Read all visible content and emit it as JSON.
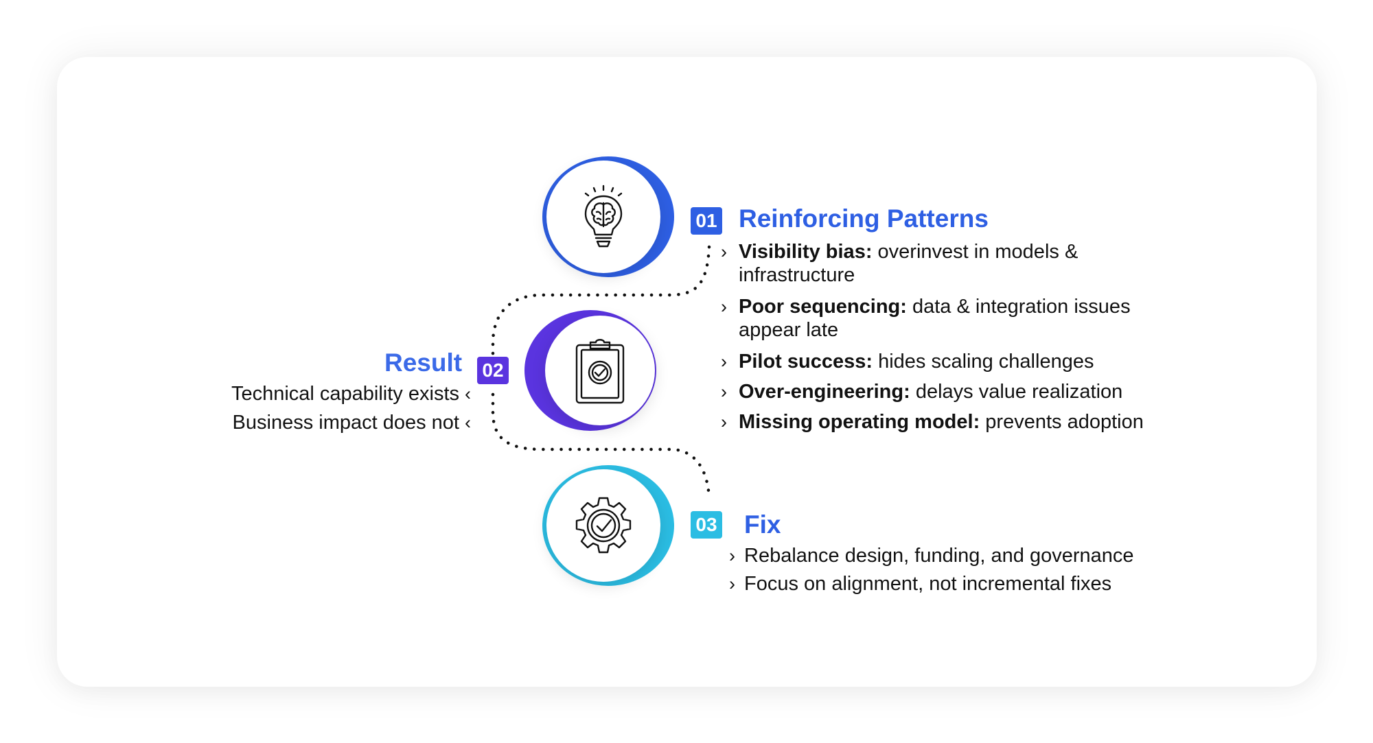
{
  "colors": {
    "step1": "#2e5fe3",
    "step2": "#5a34df",
    "step3": "#2bbde3",
    "heading": "#2e5fe3"
  },
  "steps": [
    {
      "number": "01",
      "title": "Reinforcing Patterns",
      "icon": "lightbulb-brain-icon",
      "items": [
        {
          "bold": "Visibility bias:",
          "text": " overinvest in models &",
          "cont": "infrastructure"
        },
        {
          "bold": "Poor sequencing:",
          "text": " data & integration issues",
          "cont": "appear late"
        },
        {
          "bold": "Pilot success:",
          "text": " hides scaling challenges"
        },
        {
          "bold": "Over-engineering:",
          "text": " delays value realization"
        },
        {
          "bold": "Missing operating model:",
          "text": " prevents adoption"
        }
      ]
    },
    {
      "number": "02",
      "title": "Result",
      "icon": "clipboard-check-icon",
      "items": [
        {
          "text": "Technical capability exists"
        },
        {
          "text": "Business impact does not"
        }
      ]
    },
    {
      "number": "03",
      "title": "Fix",
      "icon": "gear-check-icon",
      "items": [
        {
          "text": "Rebalance design, funding, and governance"
        },
        {
          "text": "Focus on alignment, not incremental fixes"
        }
      ]
    }
  ]
}
